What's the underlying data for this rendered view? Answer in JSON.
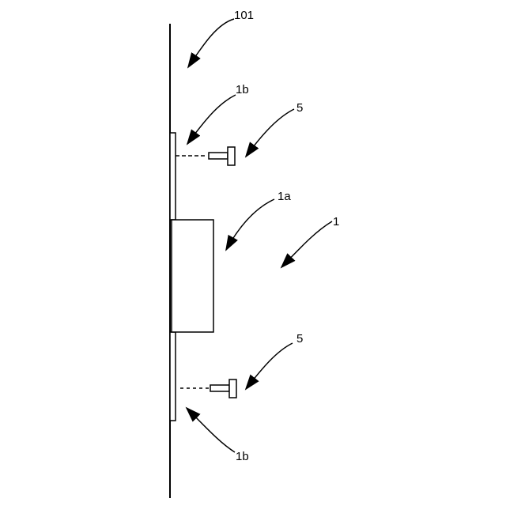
{
  "labels": {
    "wall": "101",
    "flange_top": "1b",
    "screw_top": "5",
    "body": "1a",
    "device": "1",
    "screw_bottom": "5",
    "flange_bottom": "1b"
  }
}
